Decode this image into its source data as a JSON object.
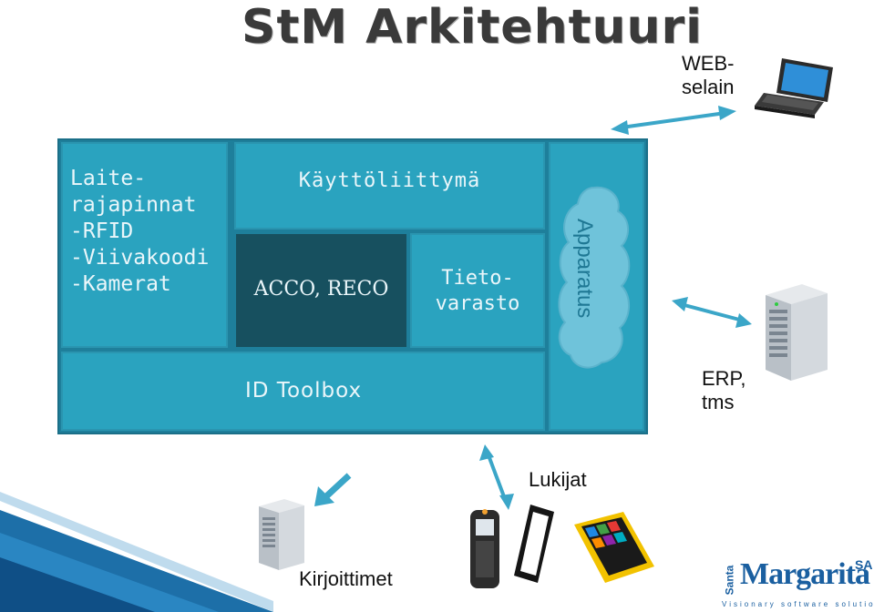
{
  "title": "StM Arkitehtuuri",
  "panels": {
    "interfaces": {
      "line1": "Laite-",
      "line2": "rajapinnat",
      "line3": "-RFID",
      "line4": "-Viivakoodi",
      "line5": "-Kamerat"
    },
    "ui": "Käyttöliittymä",
    "acco_reco": "ACCO, RECO",
    "storage": {
      "line1": "Tieto-",
      "line2": "varasto"
    },
    "apparatus": "Apparatus",
    "toolbox": "ID Toolbox"
  },
  "external": {
    "web": {
      "line1": "WEB-",
      "line2": "selain"
    },
    "erp": {
      "line1": "ERP,",
      "line2": "tms"
    },
    "readers": "Lukijat",
    "printers": "Kirjoittimet"
  },
  "logo": {
    "word1": "Santa",
    "word2": "Margarita",
    "suffix": "SA",
    "tagline": "Visionary software solutions"
  },
  "colors": {
    "frame": "#1e7f9b",
    "panel": "#2aa3bf",
    "dark_panel": "#17505f",
    "arrow": "#3ba6c8",
    "logo": "#1a5fa0"
  }
}
